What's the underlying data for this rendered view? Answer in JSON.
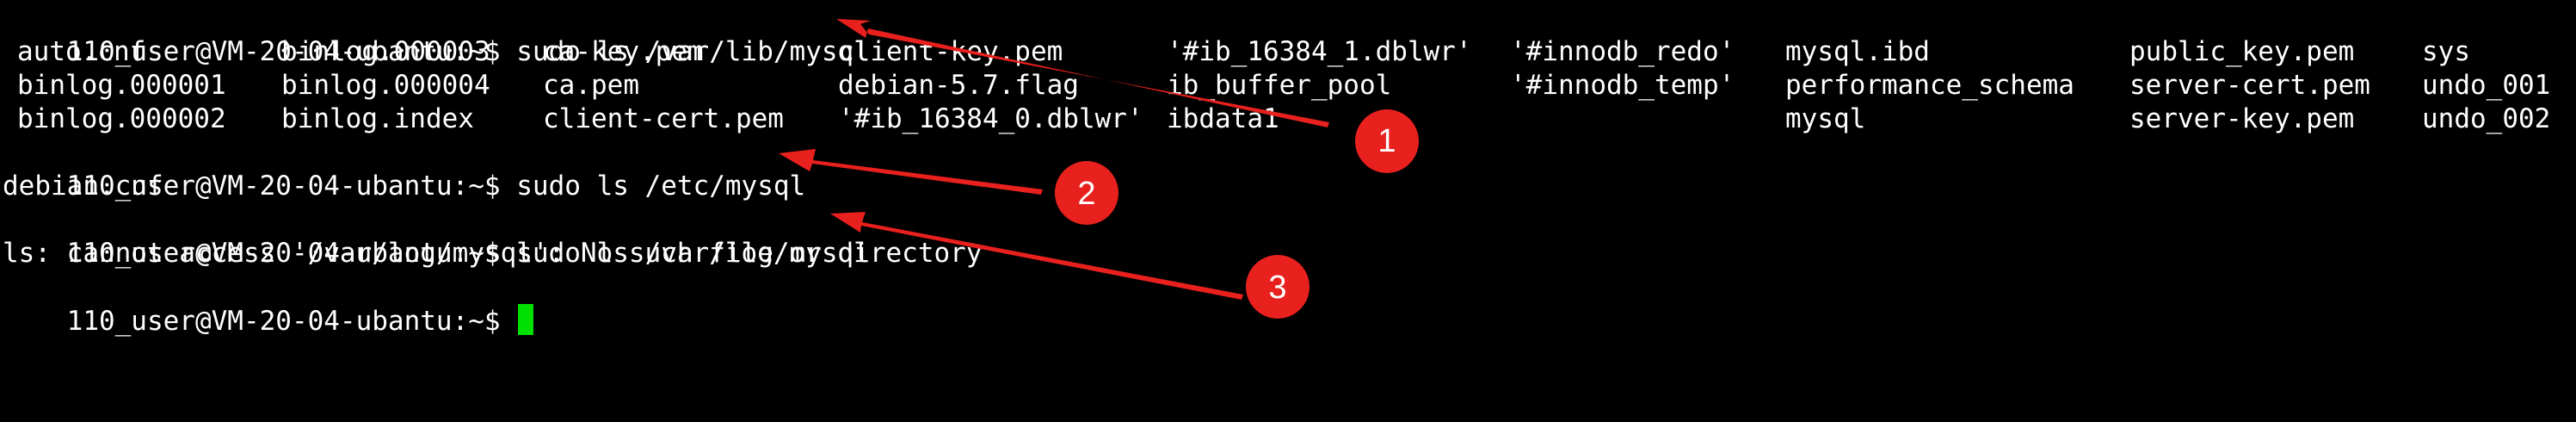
{
  "terminal": {
    "background": "#000000",
    "text_color": "#ffffff",
    "cursor_color": "#00e000",
    "prompt": "110_user@VM-20-04-ubantu:~$ ",
    "commands": {
      "cmd1": "sudo ls /var/lib/mysql",
      "cmd2": "sudo ls /etc/mysql",
      "cmd3": "sudo ls /var/log/mysql"
    },
    "listing": [
      [
        "auto.cnf",
        "binlog.000003",
        "ca-key.pem",
        "client-key.pem",
        "'#ib_16384_1.dblwr'",
        "'#innodb_redo'",
        "mysql.ibd",
        "public_key.pem",
        "sys"
      ],
      [
        "binlog.000001",
        "binlog.000004",
        "ca.pem",
        "debian-5.7.flag",
        "ib_buffer_pool",
        "'#innodb_temp'",
        "performance_schema",
        "server-cert.pem",
        "undo_001"
      ],
      [
        "binlog.000002",
        "binlog.index",
        "client-cert.pem",
        "'#ib_16384_0.dblwr'",
        "ibdata1",
        "",
        "mysql",
        "server-key.pem",
        "undo_002"
      ]
    ],
    "etc_output": "debian.cnf",
    "error_output": "ls: cannot access '/var/log/mysql': No such file or directory"
  },
  "annotations": {
    "color": "#e8201e",
    "markers": [
      {
        "label": "1"
      },
      {
        "label": "2"
      },
      {
        "label": "3"
      }
    ]
  }
}
